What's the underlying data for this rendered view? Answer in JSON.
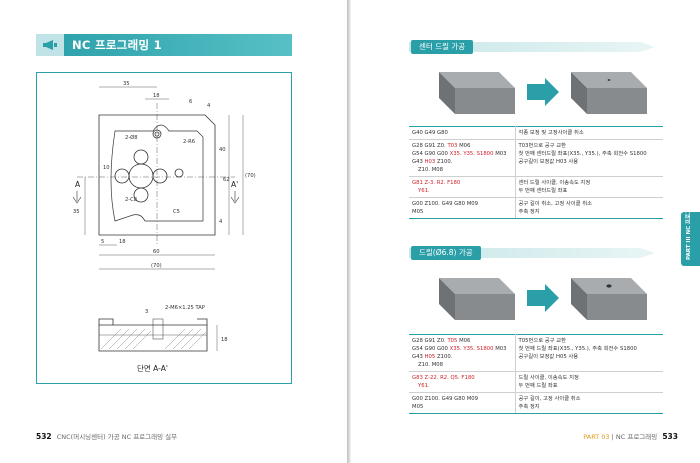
{
  "left": {
    "title": "NC 프로그래밍 1",
    "footer_page": "532",
    "footer_text": "CNC(머시닝센터) 가공 NC 프로그래밍 실무",
    "drawing": {
      "dims": [
        "35",
        "18",
        "6",
        "4",
        "2-R6",
        "2-Ø8",
        "40",
        "62",
        "10",
        "(70)",
        "35",
        "2-C8",
        "C5",
        "18",
        "5",
        "60",
        "(70)",
        "4",
        "3",
        "2-M6×1.25 TAP",
        "18"
      ],
      "section_a_left": "A",
      "section_a_right": "A'",
      "section_caption": "단면 A-A'"
    }
  },
  "right": {
    "footer_part": "PART 03",
    "footer_text": "NC 프로그래밍",
    "footer_page": "533",
    "side_tab": "PART III NC 프로그래밍",
    "section1": {
      "heading": "센터 드릴 가공",
      "rows": [
        {
          "code": [
            "G40 G49 G80"
          ],
          "desc": [
            "각종 보정 및 고정사이클 취소"
          ]
        },
        {
          "code": [
            "G28 G91 Z0. T03 M06",
            "G54 G90 G00 X35. Y35. S1800 M03",
            "G43 H03 Z100.",
            "Z10. M08"
          ],
          "desc": [
            "T03번으로 공구 교환",
            "첫 번째 센터드릴 좌표(X35., Y35.), 주축 회전수 S1800",
            "공구길이 보정값 H03 사용"
          ]
        },
        {
          "code": [
            "G81 Z-3. R2. F180",
            "Y61."
          ],
          "desc": [
            "센터 드릴 사이클, 이송속도 지정",
            "두 번째 센터드릴 좌표"
          ]
        },
        {
          "code": [
            "G00 Z100. G49 G80 M09",
            "M05"
          ],
          "desc": [
            "공구 길이 취소, 고정 사이클 취소",
            "주축 정지"
          ]
        }
      ]
    },
    "section2": {
      "heading": "드릴(Ø6.8) 가공",
      "rows": [
        {
          "code": [
            "G28 G91 Z0. T05 M06",
            "G54 G90 G00 X35. Y35. S1800 M03",
            "G43 H05 Z100.",
            "Z10. M08"
          ],
          "desc": [
            "T05번으로 공구 교환",
            "첫 번째 드릴 좌표(X35., Y35.), 주축 회전수 S1800",
            "공구길이 보정값 H05 사용"
          ]
        },
        {
          "code": [
            "G83 Z-22. R2. Q5. F180",
            "Y61."
          ],
          "desc": [
            "드릴 사이클, 이송속도 지정",
            "두 번째 드릴 좌표"
          ]
        },
        {
          "code": [
            "G00 Z100. G49 G80 M09",
            "M05"
          ],
          "desc": [
            "공구 길이, 고정 사이클 취소",
            "주축 정지"
          ]
        }
      ]
    }
  },
  "colors": {
    "accent": "#2a9fa8",
    "red": "#d0202a",
    "orange": "#e09a1f"
  }
}
